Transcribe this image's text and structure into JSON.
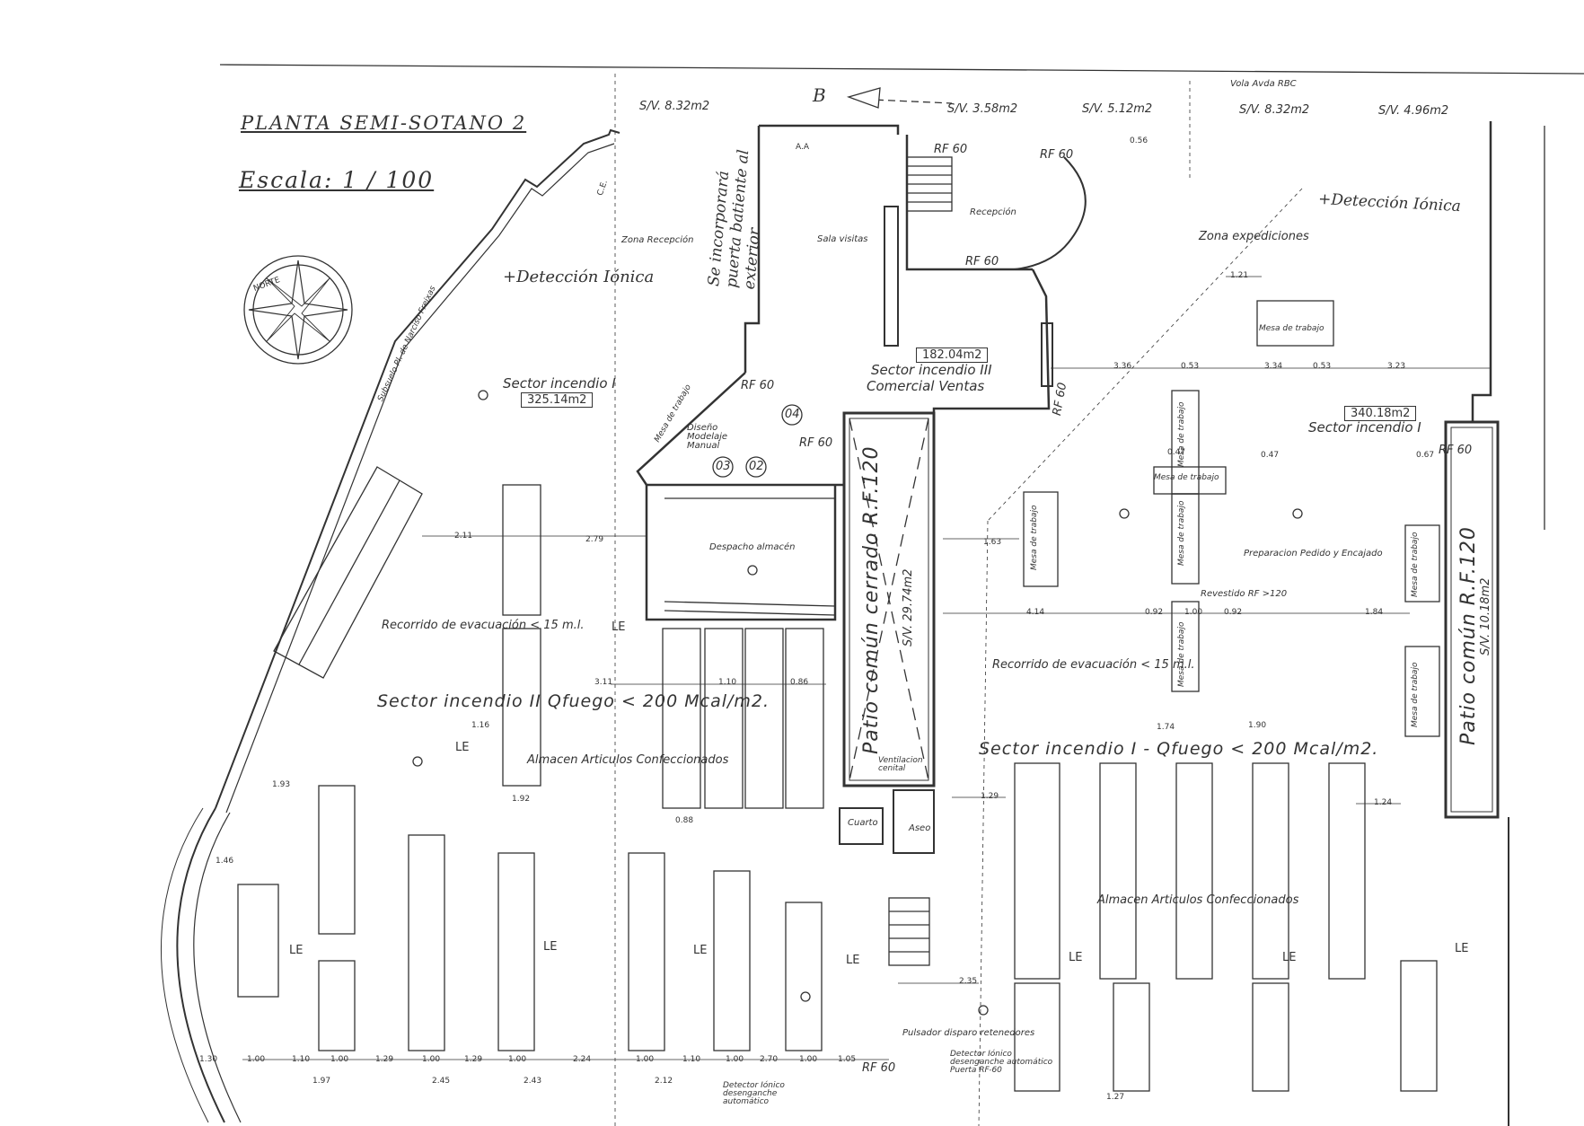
{
  "title": "PLANTA SEMI-SOTANO 2",
  "scale": "Escala:  1  /  100",
  "north": "NORTE",
  "street": "Subsuelo Pl. de Narciso Freixas",
  "section_mark": "B",
  "facade_note": "Vola Avda RBC",
  "sv_labels": [
    "S/V.  8.32m2",
    "S/V.  3.58m2",
    "S/V.  5.12m2",
    "S/V.  8.32m2",
    "S/V.  4.96m2"
  ],
  "rooms": {
    "zona_recepcion": "Zona Recepción",
    "sala_visitas": "Sala visitas",
    "recepcion": "Recepción",
    "zona_expediciones": "Zona expediciones",
    "diseno": "Diseño Modelaje Manual",
    "despacho": "Despacho almacén",
    "preparacion": "Preparacion Pedido y Encajado",
    "almacen_left": "Almacen Articulos Confeccionados",
    "almacen_right": "Almacen Articulos Confeccionados",
    "cuarto": "Cuarto",
    "aseo": "Aseo",
    "ventilacion": "Ventilacion cenital",
    "aa": "A.A",
    "ce": "C.E."
  },
  "sectors": {
    "s1_left_name": "Sector incendio I",
    "s1_left_area": "325.14m2",
    "s3_name": "Sector incendio III",
    "s3_sub": "Comercial Ventas",
    "s3_area": "182.04m2",
    "s1_right_area": "340.18m2",
    "s1_right_name": "Sector incendio I",
    "s2_big": "Sector incendio II   Qfuego  <  200  Mcal/m2.",
    "s1_big": "Sector incendio I  -    Qfuego  <  200  Mcal/m2."
  },
  "patio_center": "Patio común cerrado R.F.120",
  "patio_center_sv": "S/V.   29.74m2",
  "patio_right": "Patio común R.F.120",
  "patio_right_sv": "S/V.  10.18m2",
  "handwritten": {
    "note_door": "Se incorporará puerta batiente al exterior",
    "deteccion_left": "+Detección Iónica",
    "deteccion_right": "+Detección Iónica"
  },
  "rf_labels": [
    "RF 60",
    "RF 60",
    "RF 60",
    "RF 60",
    "RF 60",
    "RF 60",
    "RF 60",
    "RF 60"
  ],
  "evac_left": "Recorrido de evacuación  <  15 m.l.",
  "evac_right": "Recorrido de evacuación  <  15 m.l.",
  "revestido": "Revestido RF >120",
  "mesa": "Mesa de trabajo",
  "circle_ids": [
    "04",
    "03",
    "02"
  ],
  "le": "LE",
  "pulsador": "Pulsador disparo retenedores",
  "detector_r": "Detector Iónico desenganche automático Puerta RF-60",
  "detector_l": "Detector Iónico desenganche automático",
  "dims": {
    "d056": "0.56",
    "d121": "1.21",
    "d336": "3.36",
    "d053a": "0.53",
    "d334": "3.34",
    "d053b": "0.53",
    "d323": "3.23",
    "d047a": "0.47",
    "d047b": "0.47",
    "d067": "0.67",
    "d211": "2.11",
    "d279": "2.79",
    "d163": "1.63",
    "d414": "4.14",
    "d092a": "0.92",
    "d100": "1.00",
    "d092b": "0.92",
    "d184": "1.84",
    "d311": "3.11",
    "d110": "1.10",
    "d086": "0.86",
    "d116": "1.16",
    "d174": "1.74",
    "d190": "1.90",
    "d193": "1.93",
    "d192": "1.92",
    "d088": "0.88",
    "d129": "1.29",
    "d124": "1.24",
    "d146": "1.46",
    "d235": "2.35",
    "b130": "1.30",
    "b100a": "1.00",
    "b110a": "1.10",
    "b100b": "1.00",
    "b129a": "1.29",
    "b100c": "1.00",
    "b129b": "1.29",
    "b100d": "1.00",
    "b224": "2.24",
    "b100e": "1.00",
    "b110b": "1.10",
    "b100f": "1.00",
    "b270": "2.70",
    "b100g": "1.00",
    "b105": "1.05",
    "c197": "1.97",
    "c245": "2.45",
    "c243": "2.43",
    "c212": "2.12",
    "c127": "1.27"
  }
}
